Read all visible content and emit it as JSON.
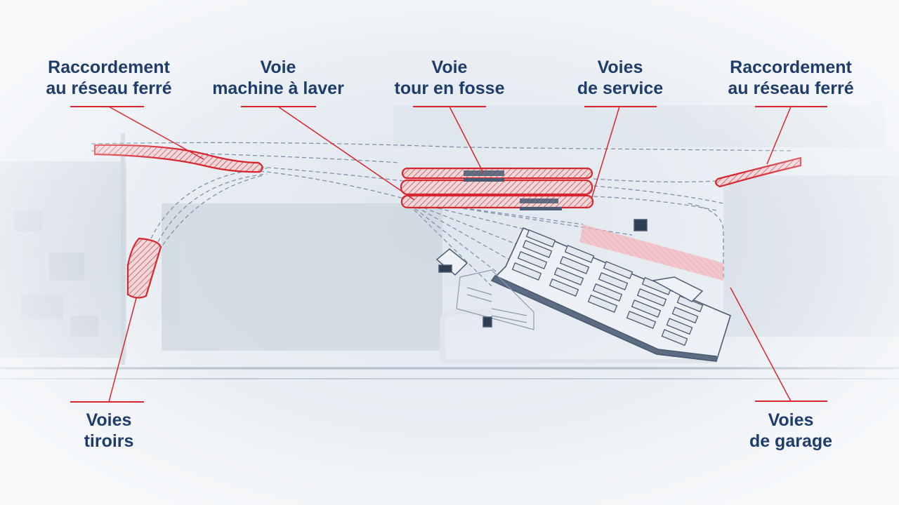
{
  "labels": {
    "raccordement_left": {
      "line1": "Raccordement",
      "line2": "au réseau ferré"
    },
    "voie_machine": {
      "line1": "Voie",
      "line2": "machine à laver"
    },
    "voie_tour": {
      "line1": "Voie",
      "line2": "tour en fosse"
    },
    "voies_service": {
      "line1": "Voies",
      "line2": "de service"
    },
    "raccordement_right": {
      "line1": "Raccordement",
      "line2": "au réseau ferré"
    },
    "voies_tiroirs": {
      "line1": "Voies",
      "line2": "tiroirs"
    },
    "voies_garage": {
      "line1": "Voies",
      "line2": "de garage"
    }
  },
  "colors": {
    "label_text": "#1f3d6b",
    "highlight_red": "#d7262e",
    "track_dash": "#7d93ab",
    "building": "#4b5c72",
    "garage_fill": "#f4b9bd"
  }
}
